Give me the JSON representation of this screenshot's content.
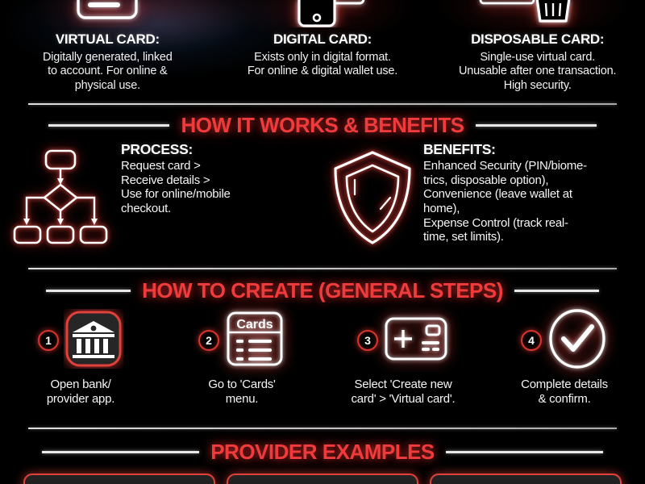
{
  "theme": {
    "background": "#000000",
    "accent_red": "#ef3b3b",
    "neon_red": "#e0413a",
    "text_white": "#ffffff"
  },
  "card_types": [
    {
      "icon": "credit-card-icon",
      "title": "VIRTUAL CARD:",
      "description_lines": [
        "Digitally generated, linked",
        "to account. For online &",
        "physical use."
      ]
    },
    {
      "icon": "mobile-phone-card-icon",
      "title": "DIGITAL CARD:",
      "description_lines": [
        "Exists only in digital format.",
        "For online & digital wallet use."
      ]
    },
    {
      "icon": "trash-card-icon",
      "title": "DISPOSABLE CARD:",
      "description_lines": [
        "Single-use virtual card.",
        "Unusable after one transaction.",
        "High security."
      ]
    }
  ],
  "sections": {
    "how_it_works": {
      "heading": "HOW IT WORKS & BENEFITS",
      "process": {
        "icon": "flowchart-icon",
        "heading": "PROCESS:",
        "lines": [
          "Request card >",
          "Receive details >",
          "Use for online/mobile",
          "checkout."
        ]
      },
      "benefits": {
        "icon": "shield-icon",
        "heading": "BENEFITS:",
        "lines": [
          "Enhanced Security (PIN/biome-",
          "trics, disposable option),",
          "Convenience (leave wallet at",
          "home),",
          "Expense Control (track real-",
          "time, set limits)."
        ]
      }
    },
    "how_to_create": {
      "heading": "HOW TO CREATE (GENERAL STEPS)",
      "steps": [
        {
          "number": "1",
          "icon": "bank-building-icon",
          "caption_lines": [
            "Open bank/",
            "provider app."
          ]
        },
        {
          "number": "2",
          "icon": "cards-menu-icon",
          "icon_label": "Cards",
          "caption_lines": [
            "Go to 'Cards'",
            "menu."
          ]
        },
        {
          "number": "3",
          "icon": "add-card-icon",
          "caption_lines": [
            "Select 'Create new",
            "card' > 'Virtual card'."
          ]
        },
        {
          "number": "4",
          "icon": "check-circle-icon",
          "caption_lines": [
            "Complete details",
            "& confirm."
          ]
        }
      ]
    },
    "provider_examples": {
      "heading": "PROVIDER EXAMPLES",
      "boxes": [
        "",
        "",
        ""
      ]
    }
  }
}
